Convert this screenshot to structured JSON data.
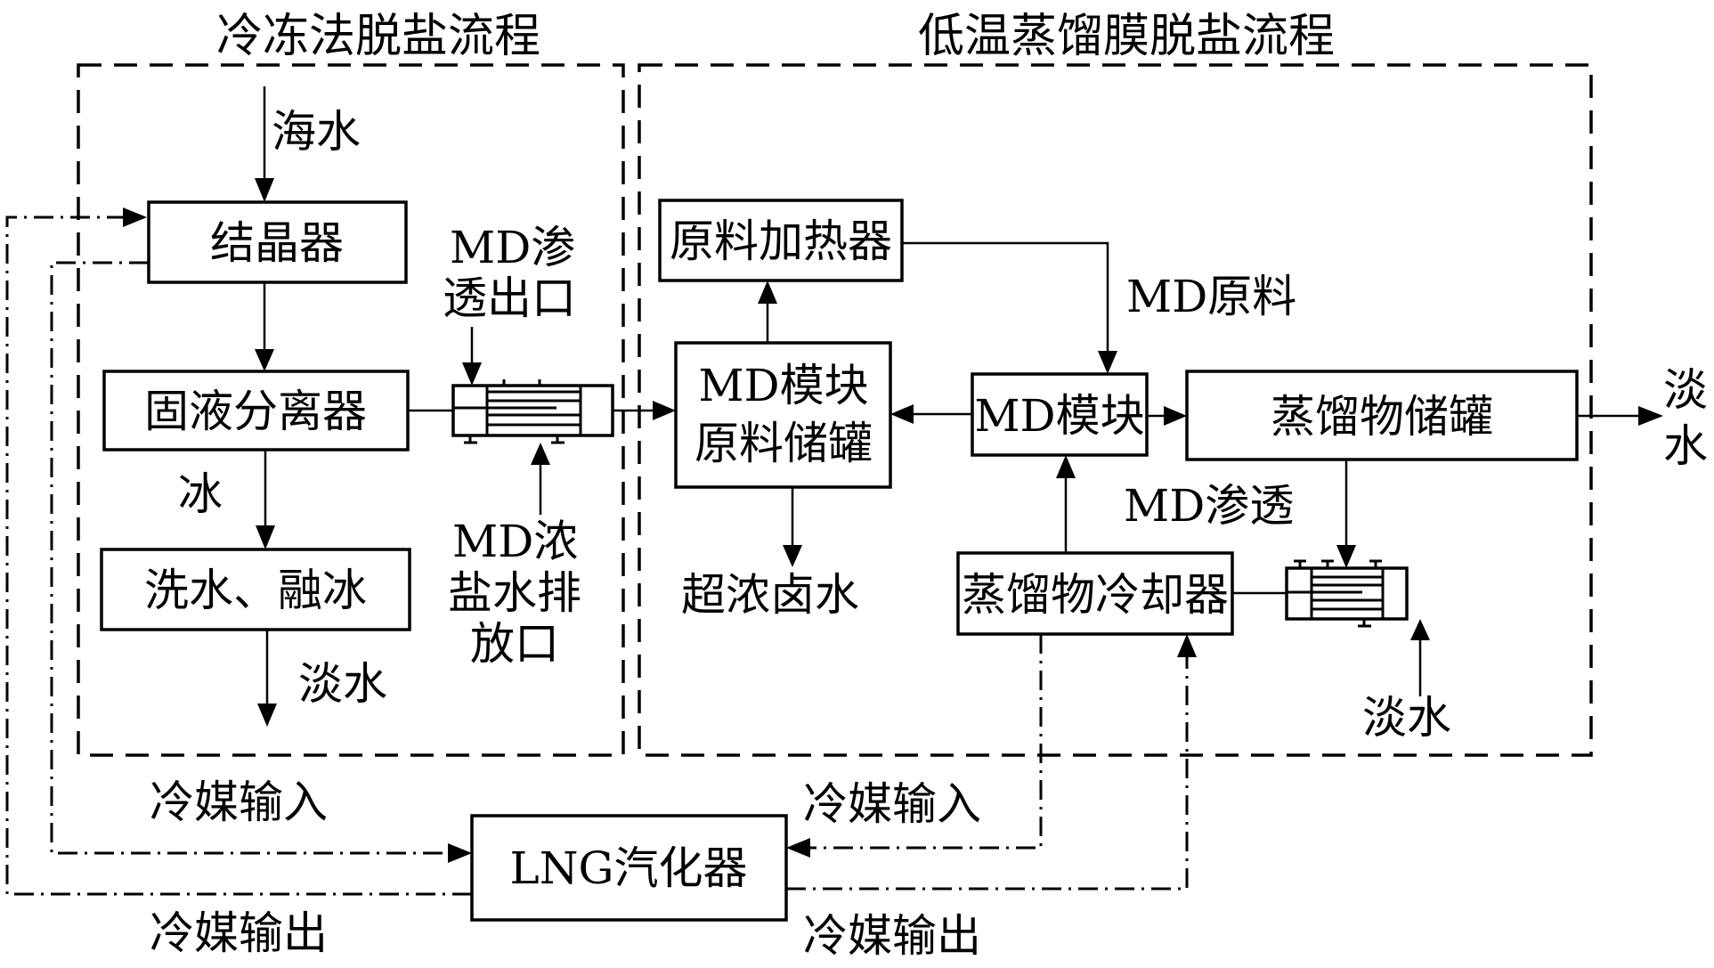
{
  "sections": {
    "freeze": {
      "title": "冷冻法脱盐流程"
    },
    "md": {
      "title": "低温蒸馏膜脱盐流程"
    }
  },
  "nodes": {
    "crystallizer": "结晶器",
    "separator": "固液分离器",
    "wash_melt": "洗水、融冰",
    "feed_heater": "原料加热器",
    "md_feed_tank_line1": "MD模块",
    "md_feed_tank_line2": "原料储罐",
    "md_module": "MD模块",
    "distillate_tank": "蒸馏物储罐",
    "distillate_cooler": "蒸馏物冷却器",
    "lng_vaporizer": "LNG汽化器"
  },
  "labels": {
    "seawater": "海水",
    "ice": "冰",
    "fresh_water_left": "淡水",
    "md_permeate_outlet_line1": "MD渗",
    "md_permeate_outlet_line2": "透出口",
    "md_brine_line1": "MD浓",
    "md_brine_line2": "盐水排",
    "md_brine_line3": "放口",
    "md_feed": "MD原料",
    "md_permeate": "MD渗透",
    "super_brine": "超浓卤水",
    "fresh_water_right_1": "淡",
    "fresh_water_right_2": "水",
    "fresh_water_bottom": "淡水",
    "coolant_in_left": "冷媒输入",
    "coolant_out_left": "冷媒输出",
    "coolant_in_right": "冷媒输入",
    "coolant_out_right": "冷媒输出"
  }
}
